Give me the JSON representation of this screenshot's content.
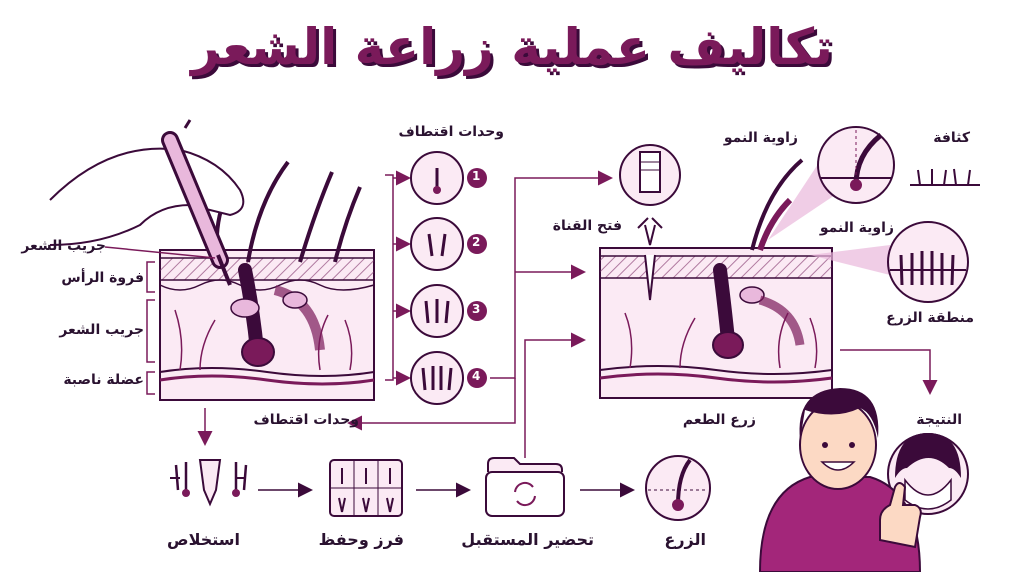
{
  "title": "تكاليف عملية زراعة الشعر",
  "left_labels": {
    "follicle_top": "جريب الشعر",
    "scalp": "فروة الرأس",
    "follicle_mid": "جريب الشعر",
    "muscle": "عضلة ناصبة"
  },
  "harvest": {
    "heading": "وحدات اقتطاف",
    "units": [
      "1",
      "2",
      "3",
      "4"
    ],
    "return_label": "وحدات اقتطاف"
  },
  "channel": {
    "label": "فتح القناة"
  },
  "recipient": {
    "growth_angle_top": "زاوية النمو",
    "growth_angle_side": "زاوية النمو",
    "density": "كثافة",
    "planting_zone": "منطقة الزرع",
    "graft_label": "زرع الطعم",
    "result": "النتيجة"
  },
  "steps": [
    {
      "label": "استخلاص"
    },
    {
      "label": "فرز وحفظ"
    },
    {
      "label": "تحضير المستقبل"
    },
    {
      "label": "الزرع"
    }
  ],
  "colors": {
    "accent": "#7a1a5a",
    "dark": "#3b0a3a",
    "light": "#e9b8dc",
    "skin": "#fbeaf4"
  }
}
